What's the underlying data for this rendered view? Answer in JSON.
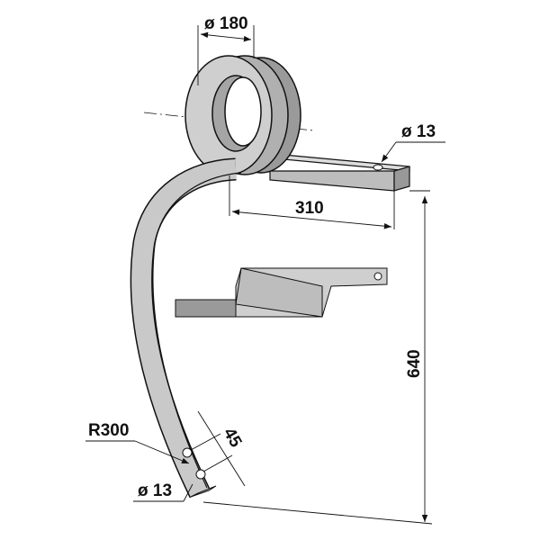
{
  "dimensions": {
    "coil_diameter": "ø 180",
    "hole_diameter_top": "ø 13",
    "arm_length": "310",
    "total_height": "640",
    "radius": "R300",
    "hole_spacing": "45",
    "hole_diameter_bottom": "ø 13"
  },
  "colors": {
    "steel_face": "#c9c9c9",
    "steel_side": "#9a9a9a",
    "outline": "#111111"
  }
}
